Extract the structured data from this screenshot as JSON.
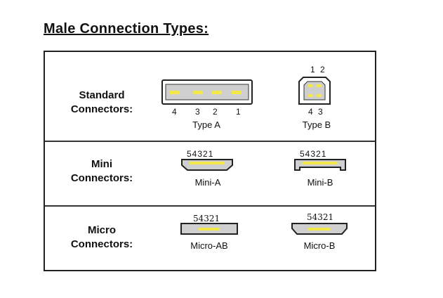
{
  "title": "Male Connection Types:",
  "rows": [
    {
      "label_line1": "Standard",
      "label_line2": "Connectors:"
    },
    {
      "label_line1": "Mini",
      "label_line2": "Connectors:"
    },
    {
      "label_line1": "Micro",
      "label_line2": "Connectors:"
    }
  ],
  "connectors": {
    "type_a": {
      "caption": "Type A",
      "pins": [
        "4",
        "3",
        "2",
        "1"
      ]
    },
    "type_b": {
      "caption": "Type B",
      "pins_top": "1 2",
      "pins_bottom": "4 3"
    },
    "mini_a": {
      "caption": "Mini-A",
      "pins": "54321"
    },
    "mini_b": {
      "caption": "Mini-B",
      "pins": "54321"
    },
    "micro_ab": {
      "caption": "Micro-AB",
      "pins": "54321"
    },
    "micro_b": {
      "caption": "Micro-B",
      "pins": "54321"
    }
  },
  "colors": {
    "pin": "#f2e84a",
    "body_fill": "#d0d0d0",
    "outline": "#222222"
  }
}
